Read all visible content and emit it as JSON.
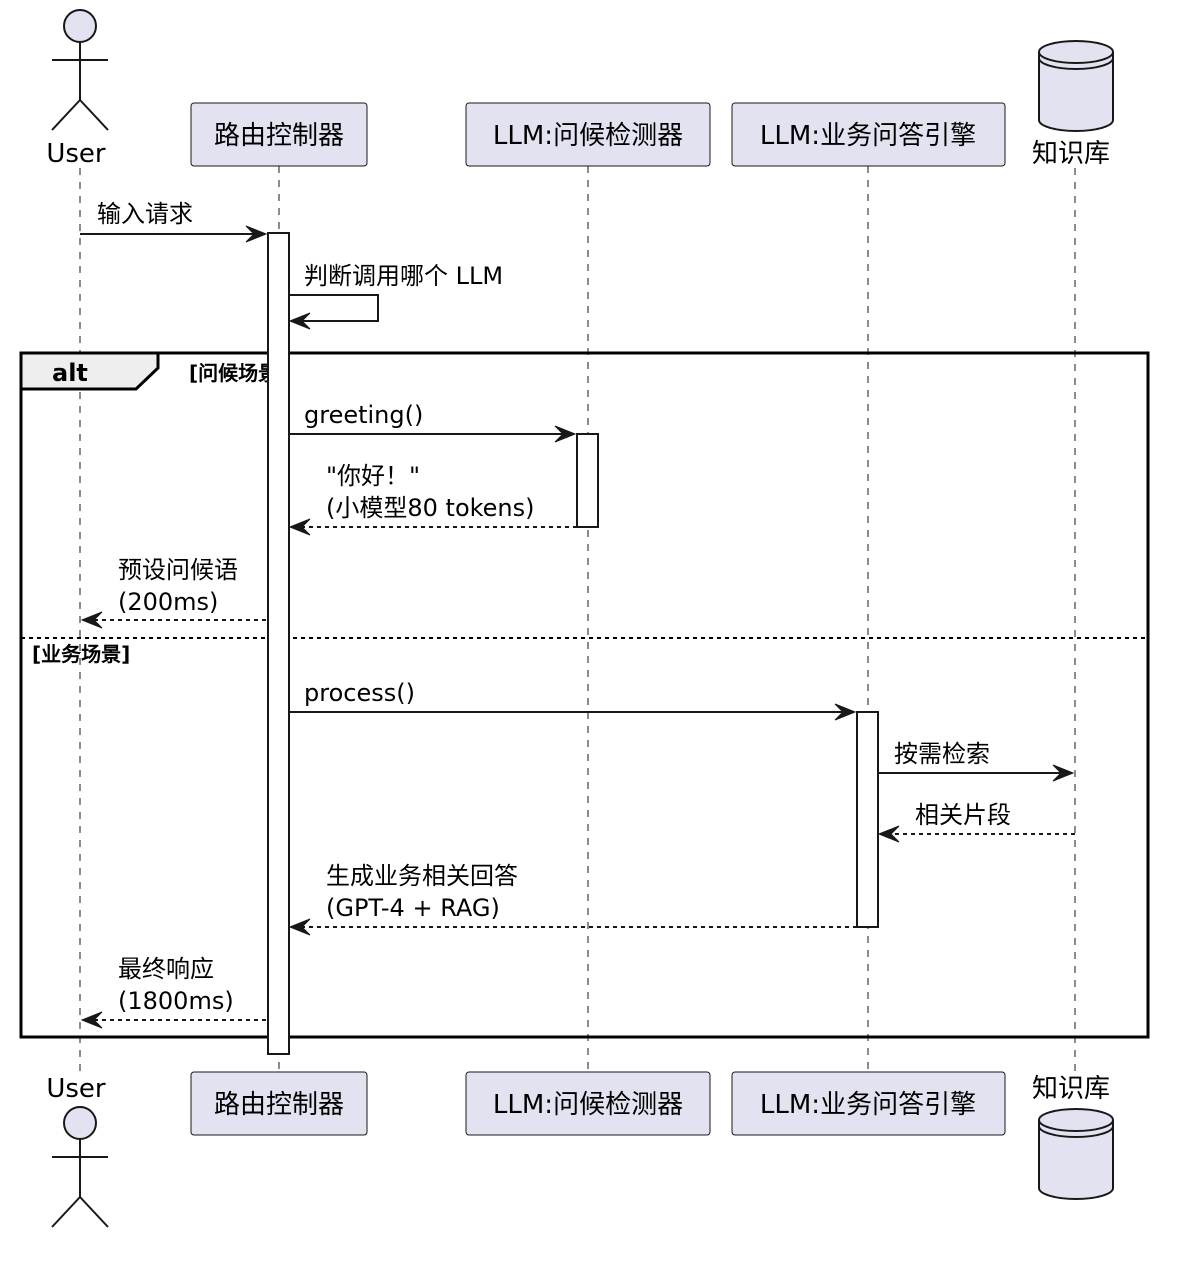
{
  "participants": {
    "user": "User",
    "router": "路由控制器",
    "greeter": "LLM:问候检测器",
    "engine": "LLM:业务问答引擎",
    "kb": "知识库"
  },
  "messages": {
    "m1": "输入请求",
    "m2": "判断调用哪个 LLM",
    "m3": "greeting()",
    "m4_line1": "\"你好！\"",
    "m4_line2": "(小模型80 tokens)",
    "m5_line1": "预设问候语",
    "m5_line2": "(200ms)",
    "m6": "process()",
    "m7": "按需检索",
    "m8": "相关片段",
    "m9_line1": "生成业务相关回答",
    "m9_line2": "(GPT-4 + RAG)",
    "m10_line1": "最终响应",
    "m10_line2": "(1800ms)"
  },
  "fragment": {
    "type": "alt",
    "guard1": "[问候场景]",
    "guard2": "[业务场景]"
  }
}
